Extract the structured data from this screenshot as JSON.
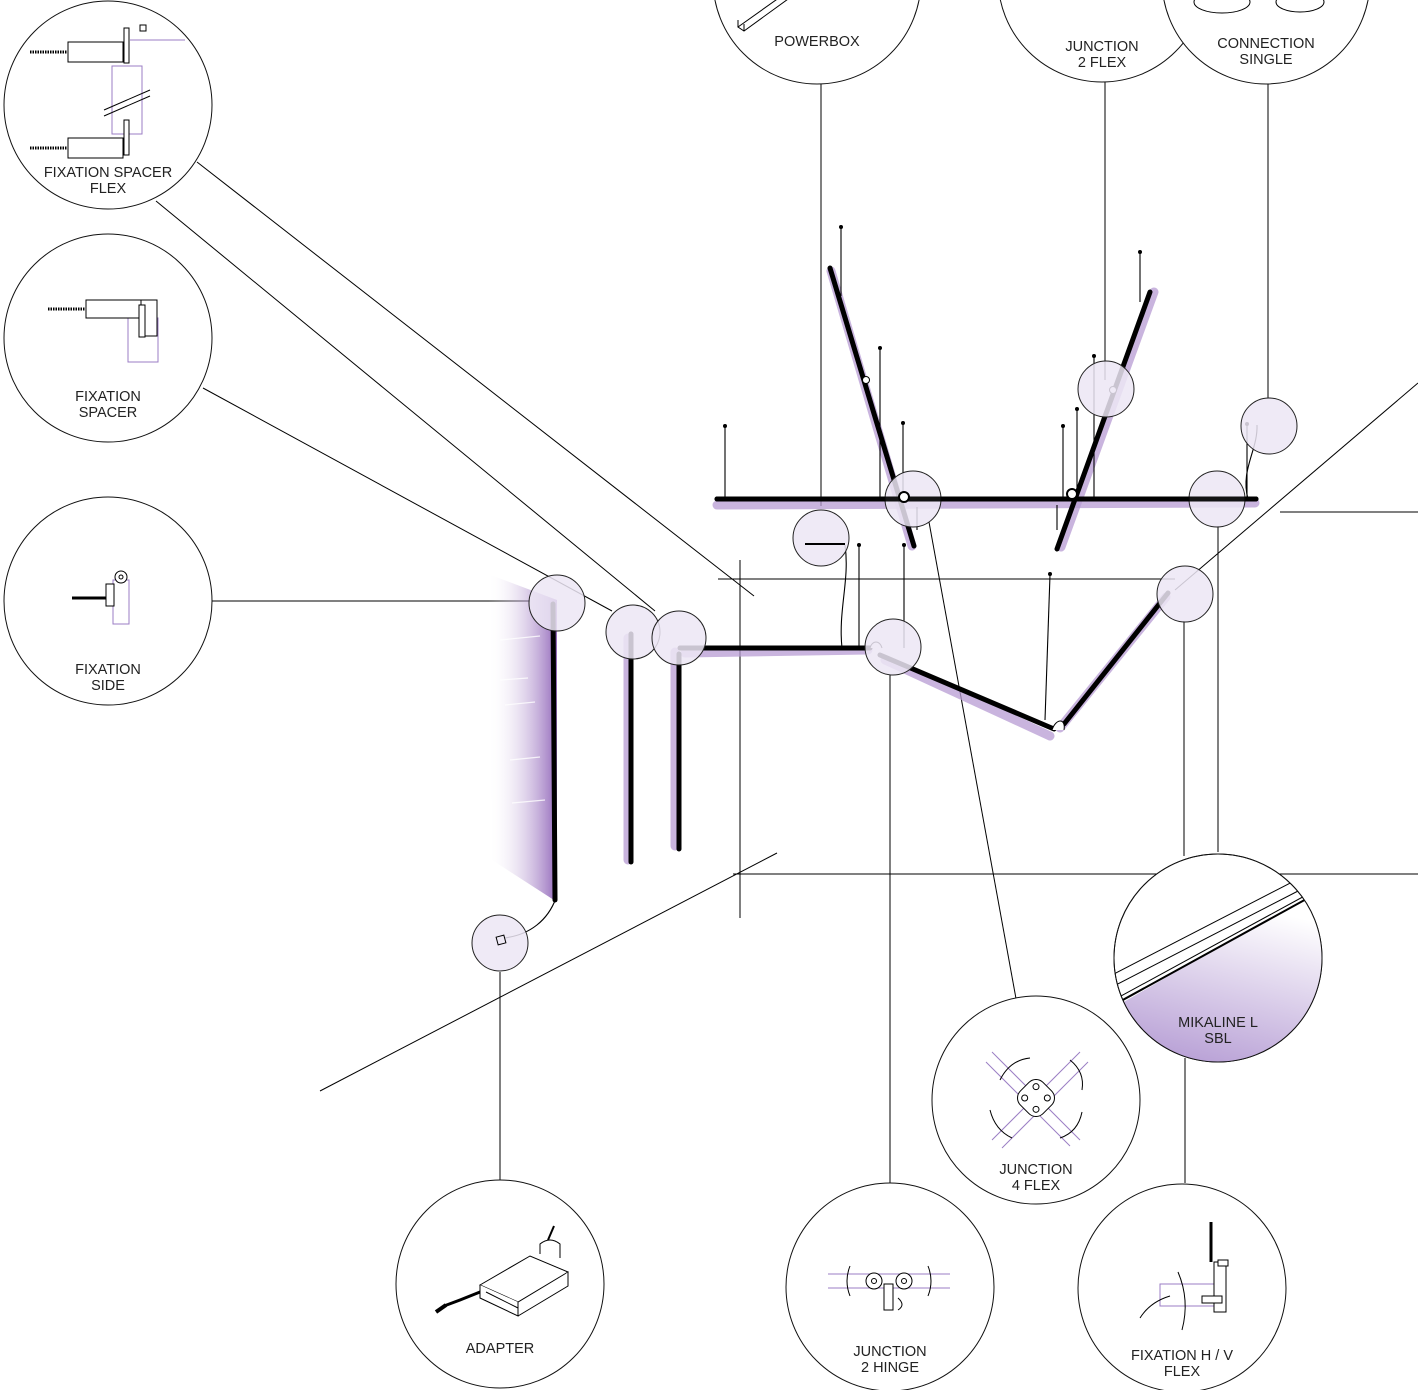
{
  "colors": {
    "accent_purple": "#9b7ec4",
    "glow_purple": "#b79cd3",
    "detail_fill": "#ece6f4",
    "line": "#000000"
  },
  "callouts": {
    "powerbox": {
      "line1": "POWERBOX",
      "line2": ""
    },
    "junction_2_flex": {
      "line1": "JUNCTION",
      "line2": "2 FLEX"
    },
    "connection_single": {
      "line1": "CONNECTION",
      "line2": "SINGLE"
    },
    "fixation_spacer_flex": {
      "line1": "FIXATION SPACER",
      "line2": "FLEX"
    },
    "fixation_spacer": {
      "line1": "FIXATION",
      "line2": "SPACER"
    },
    "fixation_side": {
      "line1": "FIXATION",
      "line2": "SIDE"
    },
    "mikaline_l_sbl": {
      "line1": "MIKALINE L",
      "line2": "SBL"
    },
    "junction_4_flex": {
      "line1": "JUNCTION",
      "line2": "4 FLEX"
    },
    "adapter": {
      "line1": "ADAPTER",
      "line2": ""
    },
    "junction_2_hinge": {
      "line1": "JUNCTION",
      "line2": "2 HINGE"
    },
    "fixation_hv_flex": {
      "line1": "FIXATION H / V",
      "line2": "FLEX"
    }
  }
}
